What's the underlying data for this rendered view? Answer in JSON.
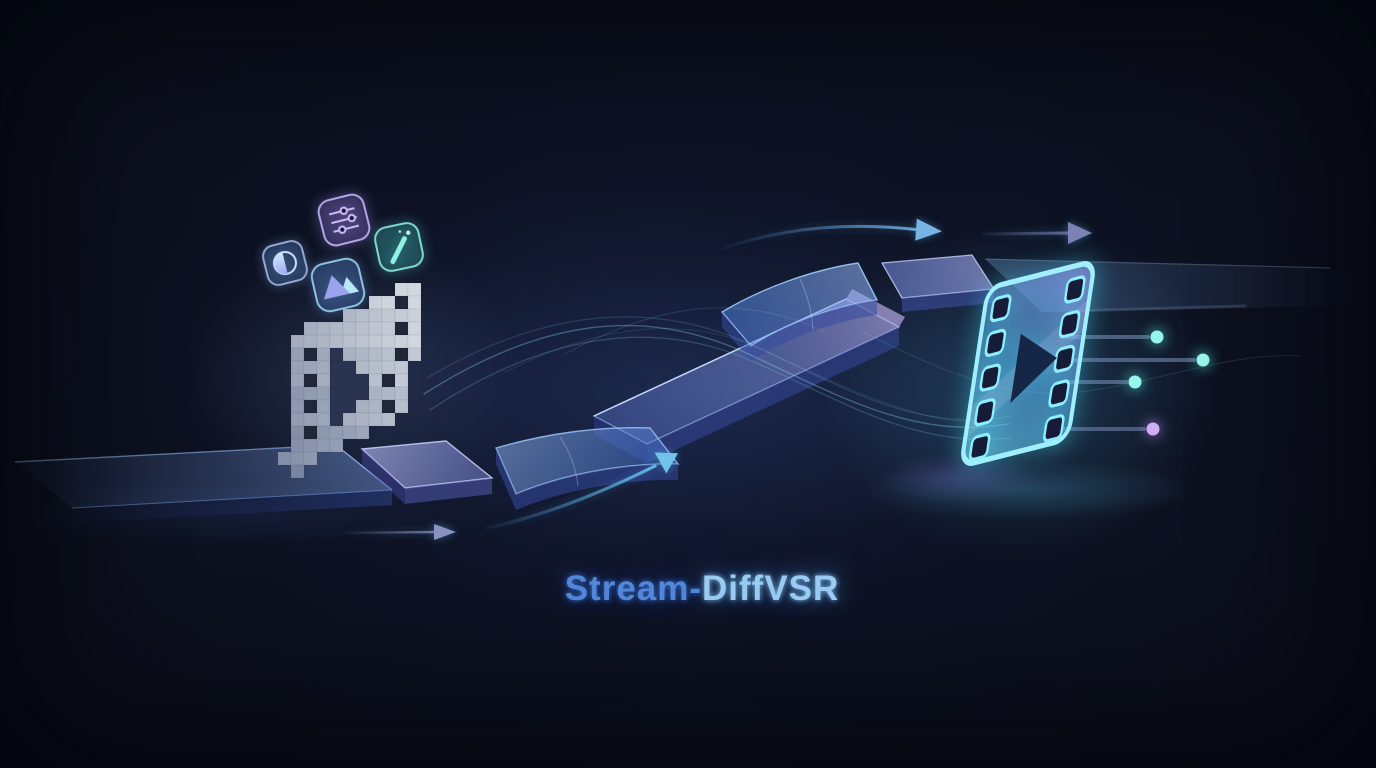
{
  "title": {
    "part1": "Stream-",
    "part2": "DiffVSR",
    "full": "Stream-DiffVSR"
  },
  "icons": [
    "contrast-icon",
    "sliders-icon",
    "image-icon",
    "magic-wand-icon",
    "pixelated-video-icon",
    "hd-video-icon",
    "play-icon",
    "flow-arrow-icon",
    "signal-dot-icon"
  ],
  "colors": {
    "background": "#0b0e1a",
    "title_blue": "#5388da",
    "title_light_blue": "#9bcdf4",
    "neon_cyan": "#7feefc",
    "neon_purple": "#c2aaf2",
    "glass_blue": "#7f9fe8",
    "glass_lavender": "#b9bdf5",
    "dot_cyan": "#97f5ec",
    "dot_purple": "#cfaef5",
    "arrow_blue": "#6fb4e4",
    "arrow_slate": "#7b82b4"
  }
}
